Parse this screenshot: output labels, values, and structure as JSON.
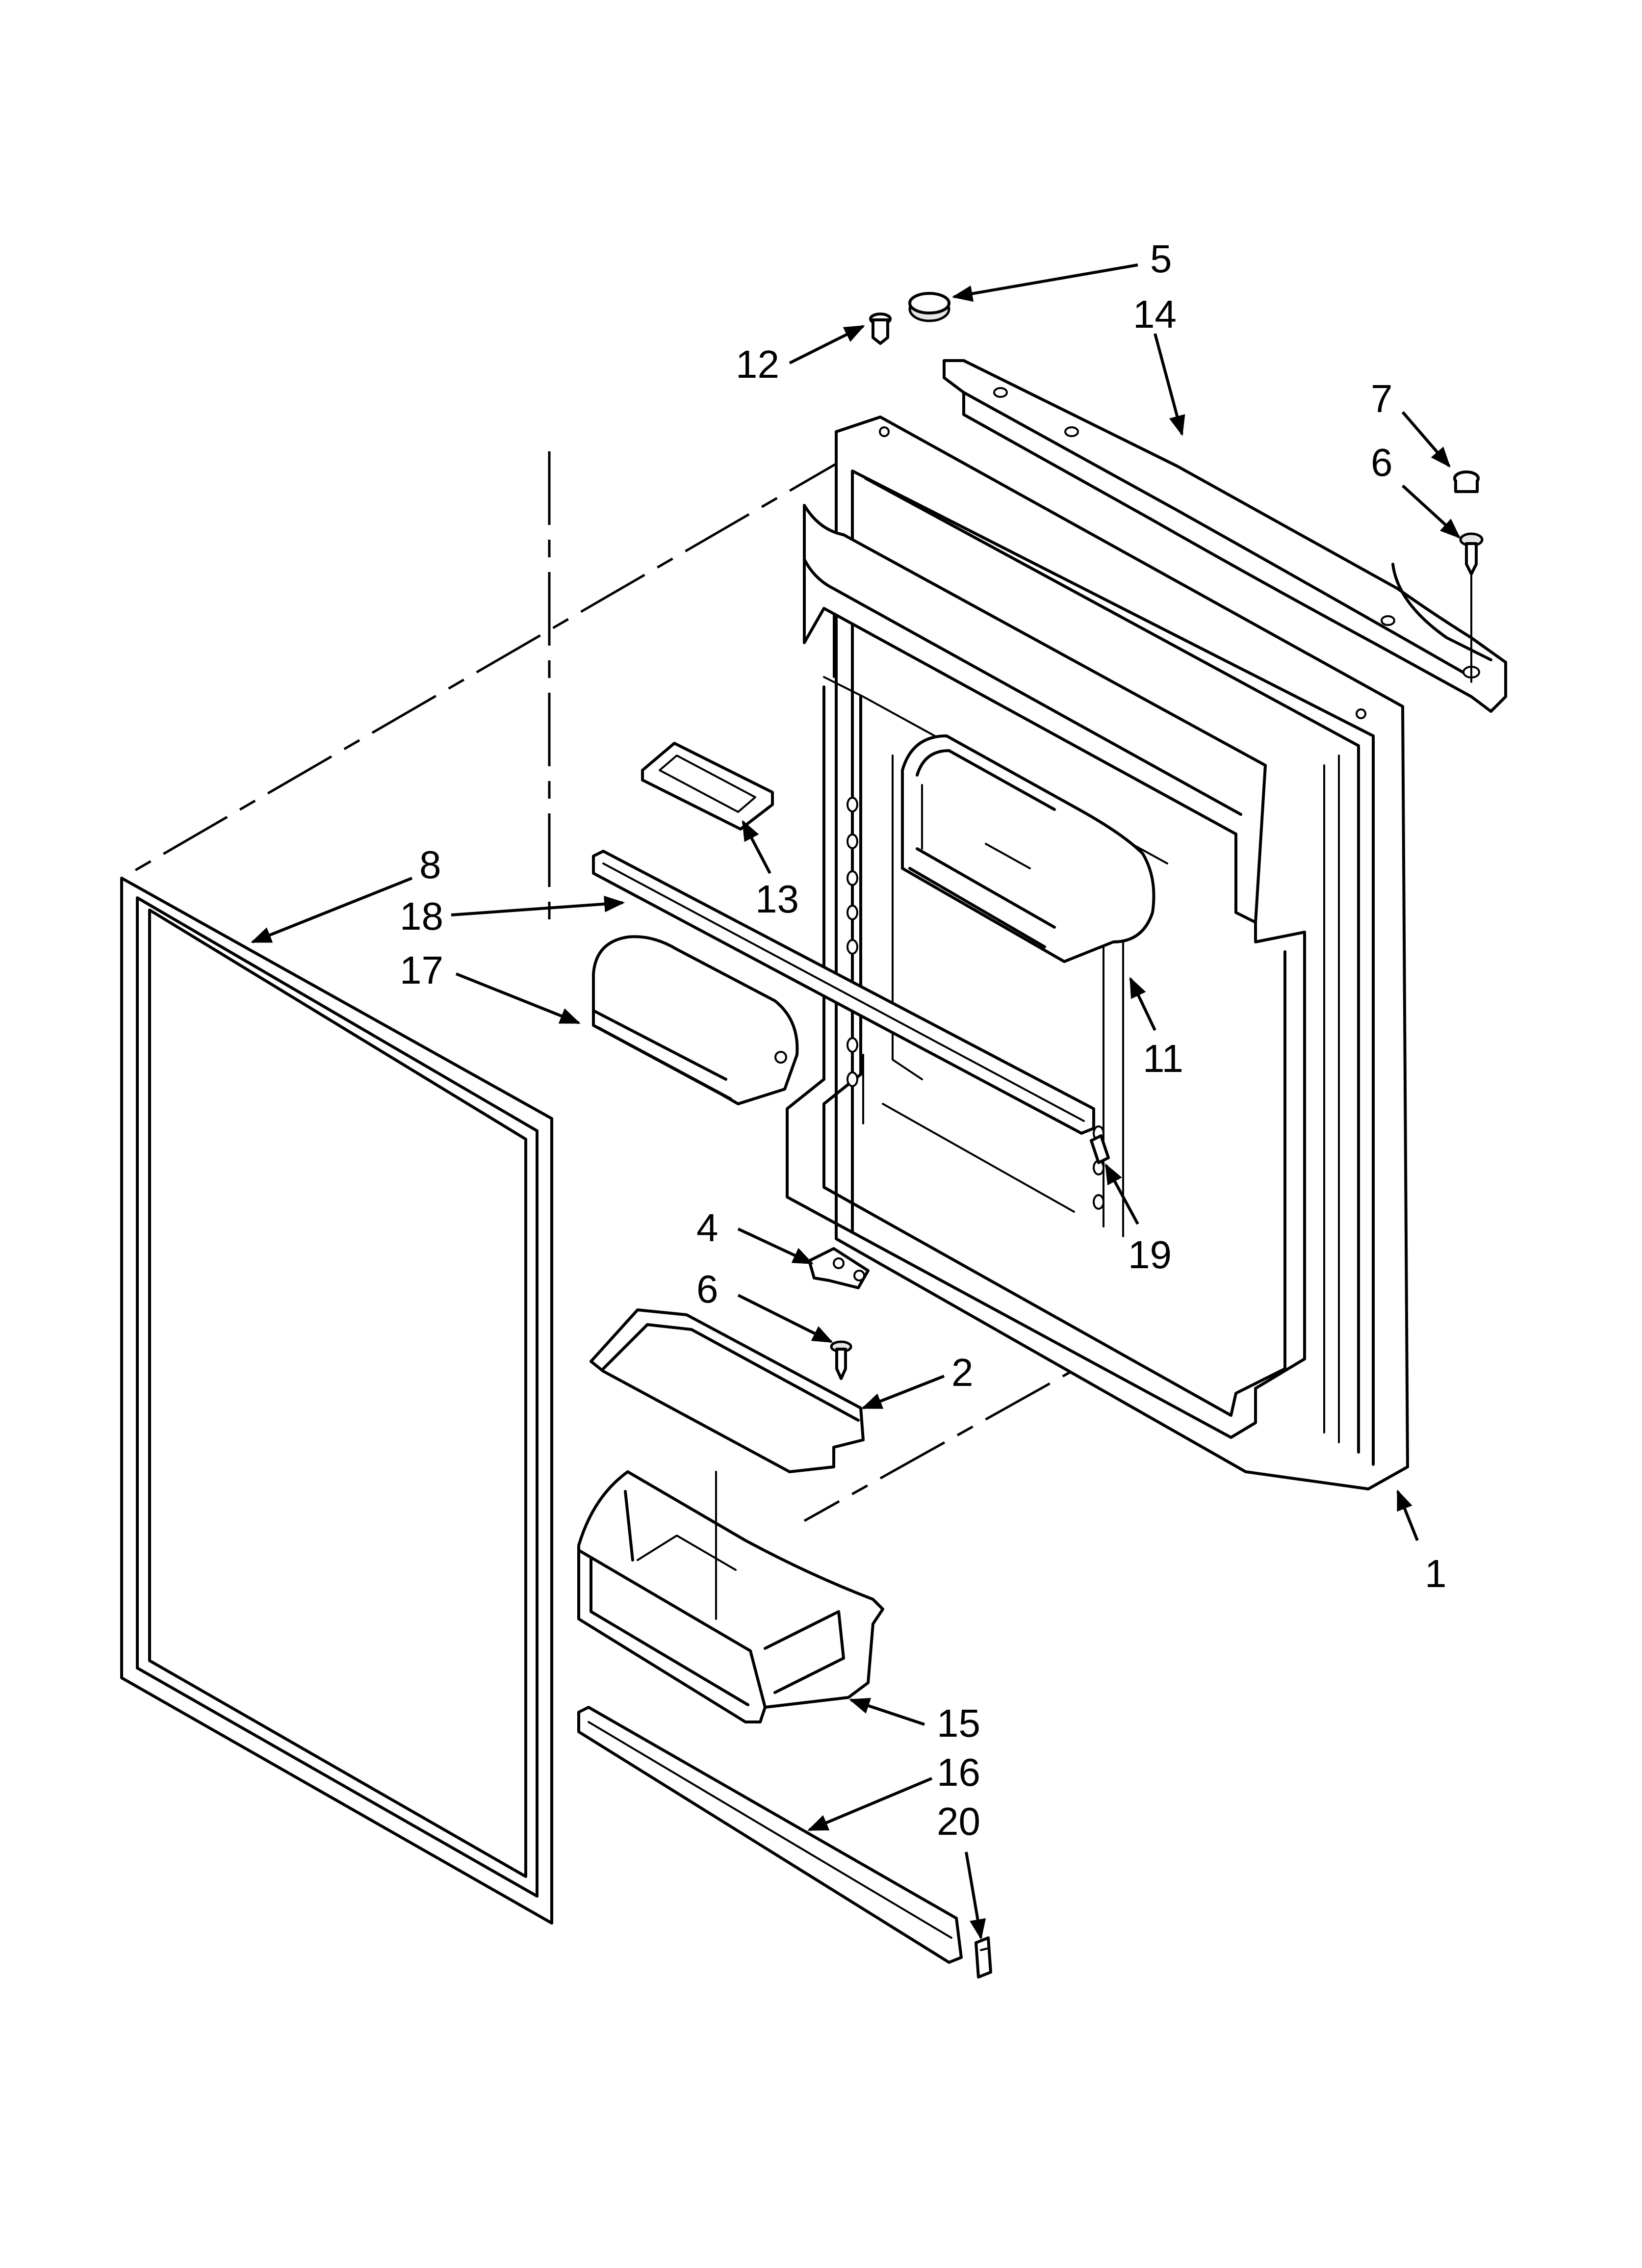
{
  "callouts": [
    {
      "label": "5"
    },
    {
      "label": "14"
    },
    {
      "label": "12"
    },
    {
      "label": "7"
    },
    {
      "label": "6"
    },
    {
      "label": "8"
    },
    {
      "label": "18"
    },
    {
      "label": "13"
    },
    {
      "label": "17"
    },
    {
      "label": "11"
    },
    {
      "label": "19"
    },
    {
      "label": "4"
    },
    {
      "label": "6"
    },
    {
      "label": "2"
    },
    {
      "label": "1"
    },
    {
      "label": "15"
    },
    {
      "label": "16"
    },
    {
      "label": "20"
    }
  ]
}
